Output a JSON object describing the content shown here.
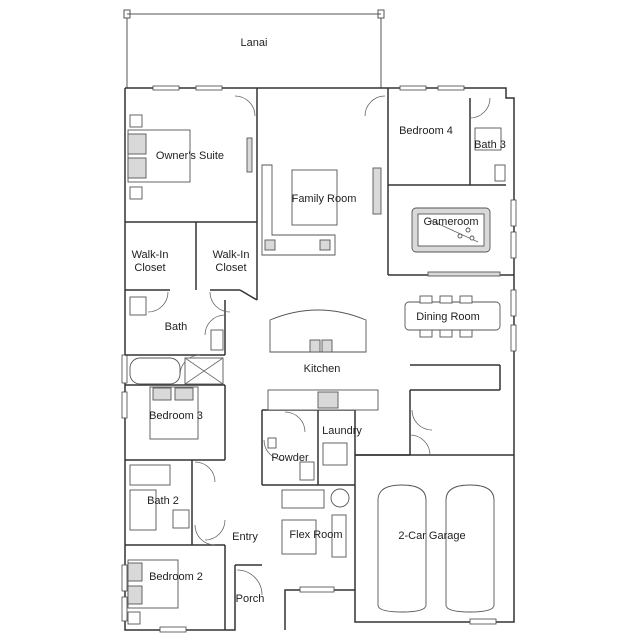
{
  "rooms": {
    "lanai": "Lanai",
    "bedroom_4": "Bedroom 4",
    "owners_suite": "Owner's Suite",
    "bath_3": "Bath 3",
    "family_room": "Family Room",
    "gameroom": "Gameroom",
    "walk_in_closet_left": [
      "Walk-In",
      "Closet"
    ],
    "walk_in_closet_right": [
      "Walk-In",
      "Closet"
    ],
    "dining_room": "Dining Room",
    "bath": "Bath",
    "kitchen": "Kitchen",
    "bedroom_3": "Bedroom 3",
    "laundry": "Laundry",
    "powder": "Powder",
    "bath_2": "Bath 2",
    "entry": "Entry",
    "flex_room": "Flex Room",
    "two_car_garage": "2-Car Garage",
    "bedroom_2": "Bedroom 2",
    "porch": "Porch"
  }
}
